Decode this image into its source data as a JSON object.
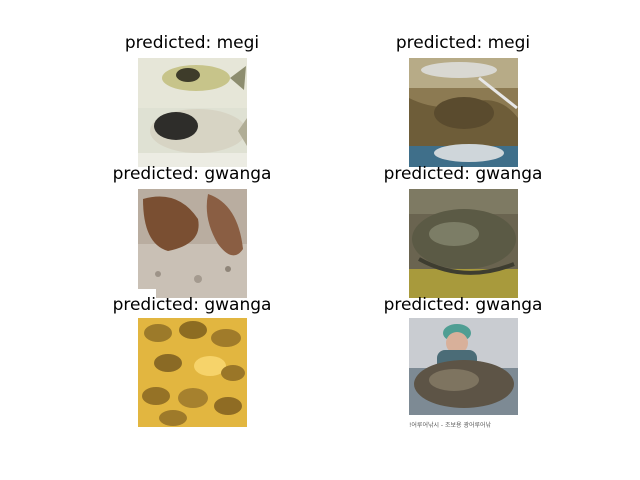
{
  "panels": [
    {
      "title": "predicted: megi",
      "image": "fish-photo-two-small-fish-on-tray"
    },
    {
      "title": "predicted: megi",
      "image": "fish-photo-fish-in-net"
    },
    {
      "title": "predicted: gwanga",
      "image": "fish-photo-flatfish-on-gravel"
    },
    {
      "title": "predicted: gwanga",
      "image": "fish-photo-flatfish-on-rock"
    },
    {
      "title": "predicted: gwanga",
      "image": "fish-photo-many-flatfish-backlit"
    },
    {
      "title": "predicted: gwanga",
      "image": "fish-photo-angler-holding-flatfish",
      "caption": "!어루어낚시 - 조보용 광어루어낚"
    }
  ]
}
